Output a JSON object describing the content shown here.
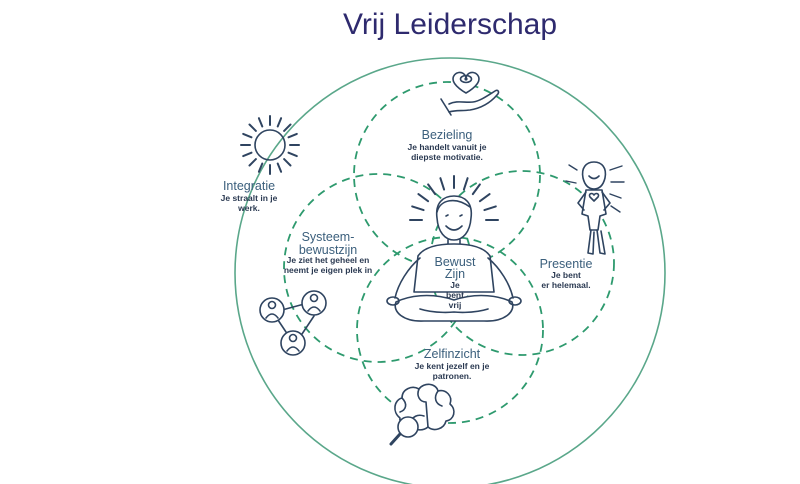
{
  "title": "Vrij Leiderschap",
  "colors": {
    "title": "#2e2a6e",
    "outer_circle": "#5aa78a",
    "dashed_circles": "#2e9a6e",
    "heading": "#3b5f7c",
    "ink": "#2f4460"
  },
  "center": {
    "lines": [
      "Bewust",
      "Zijn",
      "Je",
      "bent",
      "vrij"
    ]
  },
  "sections": {
    "bezieling": {
      "heading": "Bezieling",
      "desc": [
        "Je handelt vanuit je",
        "diepste motivatie."
      ],
      "icon": "heart-in-hand-icon"
    },
    "presentie": {
      "heading": "Presentie",
      "desc": [
        "Je bent",
        "er helemaal."
      ],
      "icon": "standing-woman-icon"
    },
    "zelfinzicht": {
      "heading": "Zelfinzicht",
      "desc": [
        "Je kent jezelf en je",
        "patronen."
      ],
      "icon": "brain-magnifier-icon"
    },
    "systeem": {
      "heading": [
        "Systeem-",
        "bewustzijn"
      ],
      "desc": [
        "Je ziet het geheel en",
        "neemt je eigen plek in"
      ],
      "icon": "people-network-icon"
    },
    "integratie": {
      "heading": "Integratie",
      "desc": [
        "Je straalt in je",
        "werk."
      ],
      "icon": "sun-icon"
    }
  }
}
